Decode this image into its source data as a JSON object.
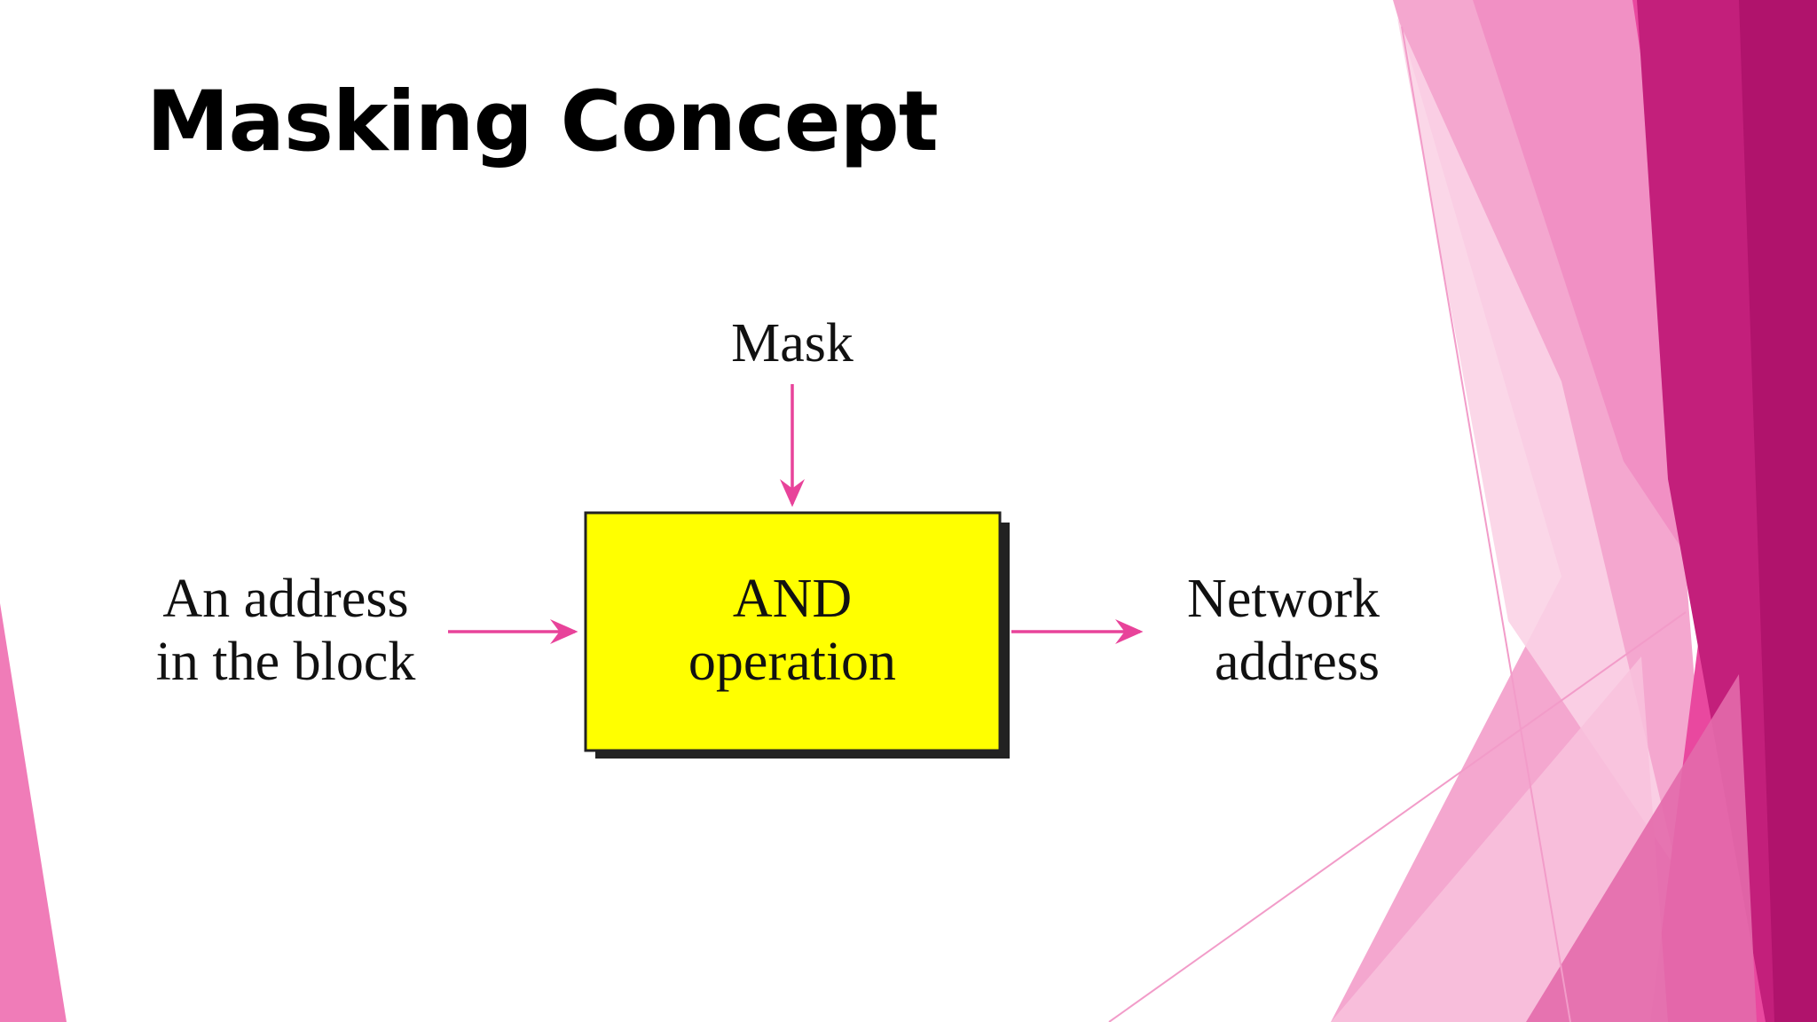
{
  "slide": {
    "title": "Masking Concept"
  },
  "diagram": {
    "mask_label": "Mask",
    "input_label_line1": "An address",
    "input_label_line2": "in the block",
    "operation_label_line1": "AND",
    "operation_label_line2": "operation",
    "output_label_line1": "Network",
    "output_label_line2": "address"
  },
  "colors": {
    "arrow": "#e8439a",
    "box_fill": "#ffff00",
    "box_shadow": "#222222",
    "accent_dark": "#b5146e",
    "accent_mid": "#e83c98",
    "accent_light": "#f29cc9"
  }
}
